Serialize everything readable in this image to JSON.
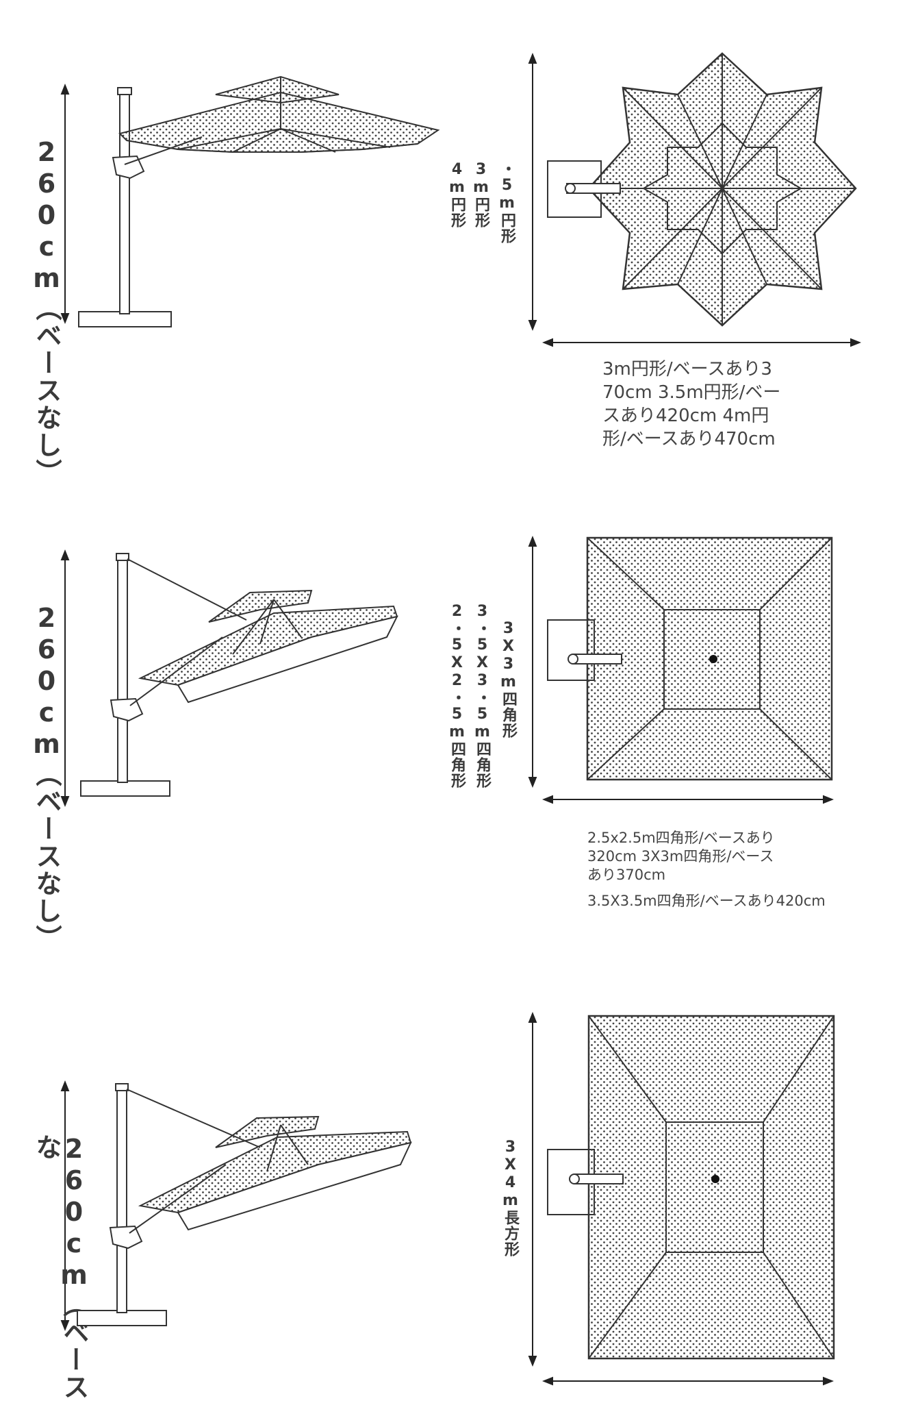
{
  "sections": [
    {
      "height_label": "260cm（ベースなし）",
      "size_labels": [
        "4m円形",
        "3m円形",
        "・5m円形"
      ],
      "caption_lines": [
        "3m円形/ベースあり3",
        "70cm 3.5m円形/ベー",
        "スあり420cm 4m円",
        "形/ベースあり470cm"
      ]
    },
    {
      "height_label": "260cm（ベースなし）",
      "size_labels": [
        "2・5X2・5m四角形",
        "3・5X3・5m四角形",
        "3X3m四角形"
      ],
      "caption_lines": [
        "2.5x2.5m四角形/ベースあり",
        "320cm 3X3m四角形/ベース",
        "あり370cm"
      ],
      "caption_extra": "3.5X3.5m四角形/ベースあり420cm"
    },
    {
      "height_label": "260cm（ベースな",
      "size_labels": [
        "3X4m長方形"
      ]
    }
  ]
}
